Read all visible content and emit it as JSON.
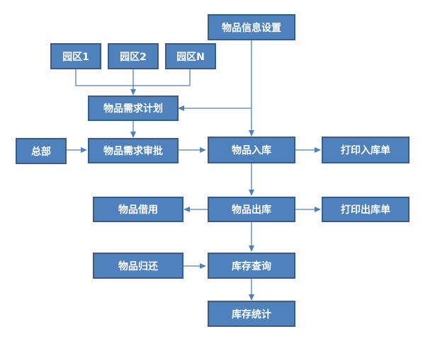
{
  "nodes": {
    "item_info_setup": "物品信息设置",
    "park_1": "园区1",
    "park_2": "园区2",
    "park_n": "园区N",
    "item_demand_plan": "物品需求计划",
    "headquarters": "总部",
    "item_demand_approval": "物品需求审批",
    "item_inbound": "物品入库",
    "print_inbound_slip": "打印入库单",
    "item_borrow": "物品借用",
    "item_outbound": "物品出库",
    "print_outbound_slip": "打印出库单",
    "item_return": "物品归还",
    "inventory_query": "库存查询",
    "inventory_statistics": "库存统计"
  },
  "colors": {
    "box_fill": "#4f81bd",
    "box_border": "#385d8a",
    "text": "#ffffff",
    "connector": "#4f81bd"
  }
}
